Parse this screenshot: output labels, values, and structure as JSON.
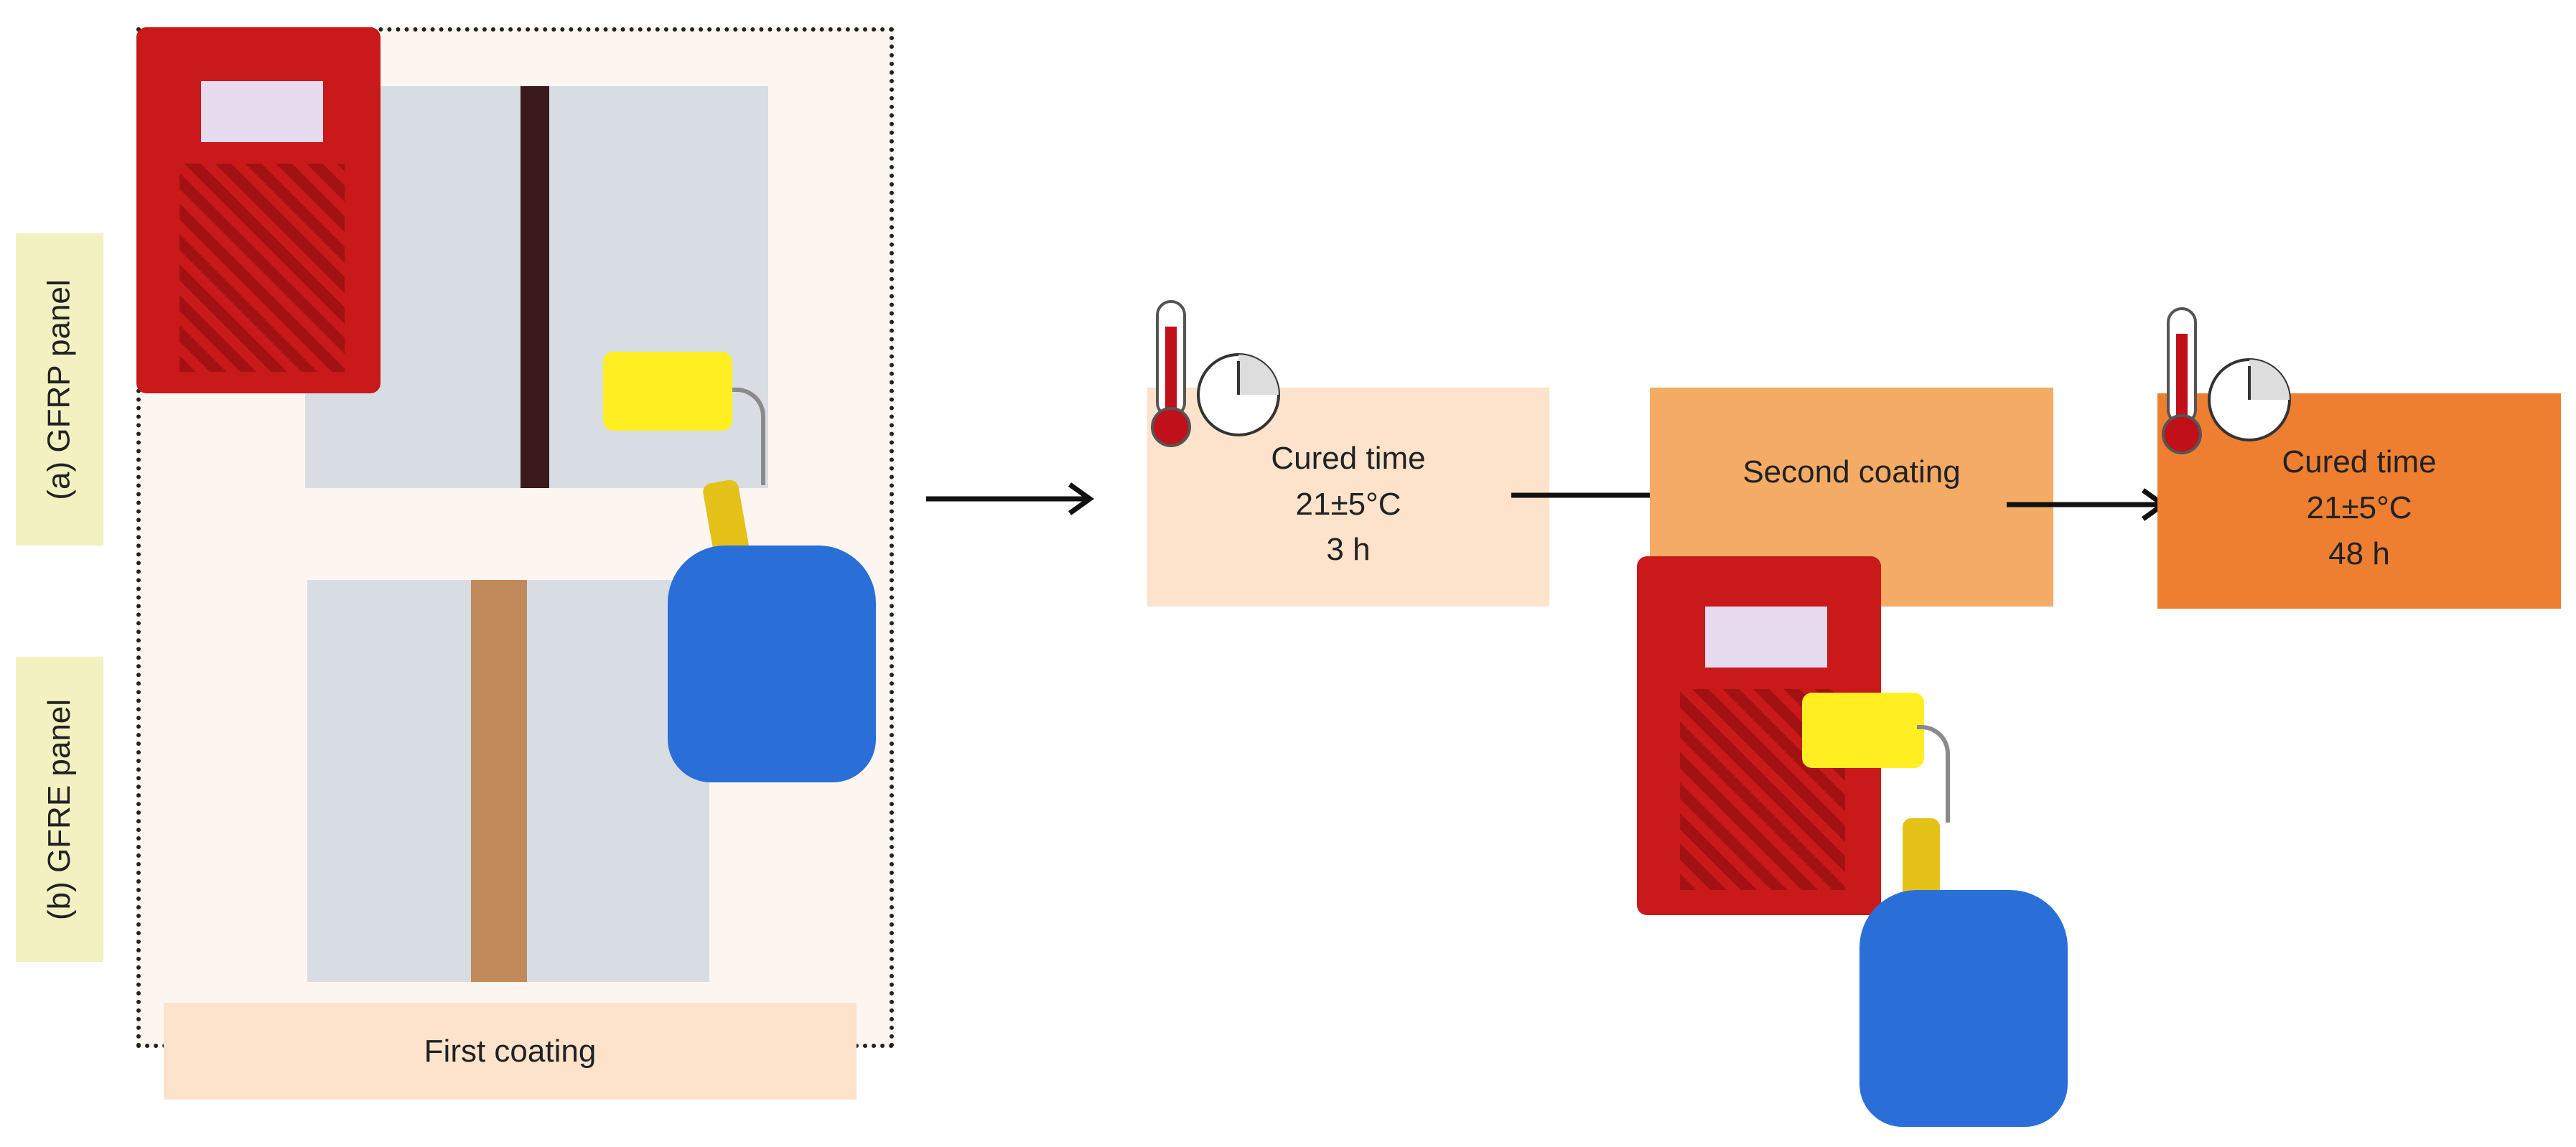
{
  "labels": {
    "gfrp": "(a) GFRP panel",
    "gfre": "(b) GFRE panel",
    "first_coating": "First coating"
  },
  "steps": [
    {
      "line1": "Cured time",
      "line2": "21±5°C",
      "line3": "3 h",
      "color": "#fde3cc"
    },
    {
      "line1": "Second coating",
      "color": "#f4ab66"
    },
    {
      "line1": "Cured time",
      "line2": "21±5°C",
      "line3": "48 h",
      "color": "#ee7f31"
    }
  ],
  "icons": [
    "thermometer-icon",
    "clock-icon",
    "arrow-right-icon",
    "paint-tray-icon",
    "paint-roller-icon",
    "gloved-hand-icon"
  ]
}
